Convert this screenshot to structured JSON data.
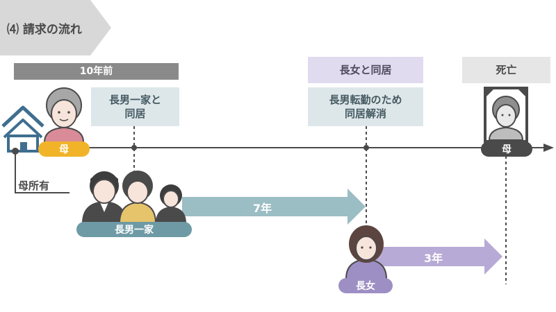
{
  "section": {
    "title": "⑷ 請求の流れ"
  },
  "timeline": {
    "header_10y": "10年前",
    "header_live_daughter": "長女と同居",
    "header_death": "死亡",
    "note_son_live": "長男一家と\n同居",
    "note_dissolve": "長男転勤のため\n同居解消",
    "mother_label": "母",
    "mother_label_end": "母",
    "owner_label": "母所有",
    "son_family_label": "長男一家",
    "son_years": "7年",
    "daughter_label": "長女",
    "daughter_years": "3年"
  },
  "colors": {
    "yellow": "#f1b429",
    "teal": "#6d9aa5",
    "purple": "#9d8fc4",
    "arrow_teal": "#9bbdc4",
    "arrow_purple": "#b8aad6",
    "dark": "#4a4a4a"
  }
}
